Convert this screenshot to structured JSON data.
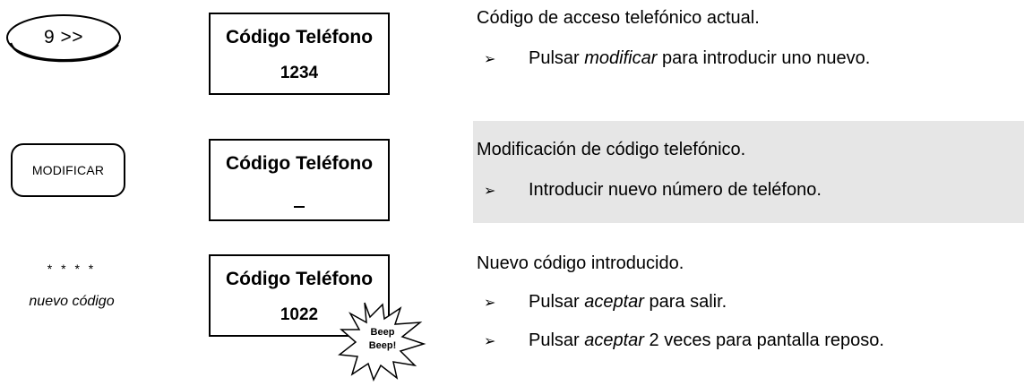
{
  "rows": [
    {
      "key_label": "9 >>",
      "lcd_title": "Código Teléfono",
      "lcd_value": "1234",
      "description": "Código de acceso telefónico actual.",
      "bullets": [
        {
          "pre": "Pulsar ",
          "em": "modificar",
          "post": " para introducir uno nuevo."
        }
      ]
    },
    {
      "key_label": "MODIFICAR",
      "lcd_title": "Código Teléfono",
      "lcd_value": "",
      "description": "Modificación de código telefónico.",
      "bullets": [
        {
          "pre": "Introducir nuevo número de teléfono.",
          "em": "",
          "post": ""
        }
      ]
    },
    {
      "input_stars": "* * * *",
      "input_caption": "nuevo código",
      "lcd_title": "Código Teléfono",
      "lcd_value": "1022",
      "beep_label": "Beep Beep!",
      "description": "Nuevo código introducido.",
      "bullets": [
        {
          "pre": "Pulsar ",
          "em": "aceptar",
          "post": " para salir."
        },
        {
          "pre": "Pulsar ",
          "em": "aceptar",
          "post": " 2 veces para pantalla reposo."
        }
      ]
    }
  ],
  "bullet_symbol": "➢",
  "colors": {
    "row_highlight": "#e6e6e6",
    "border": "#000000"
  }
}
